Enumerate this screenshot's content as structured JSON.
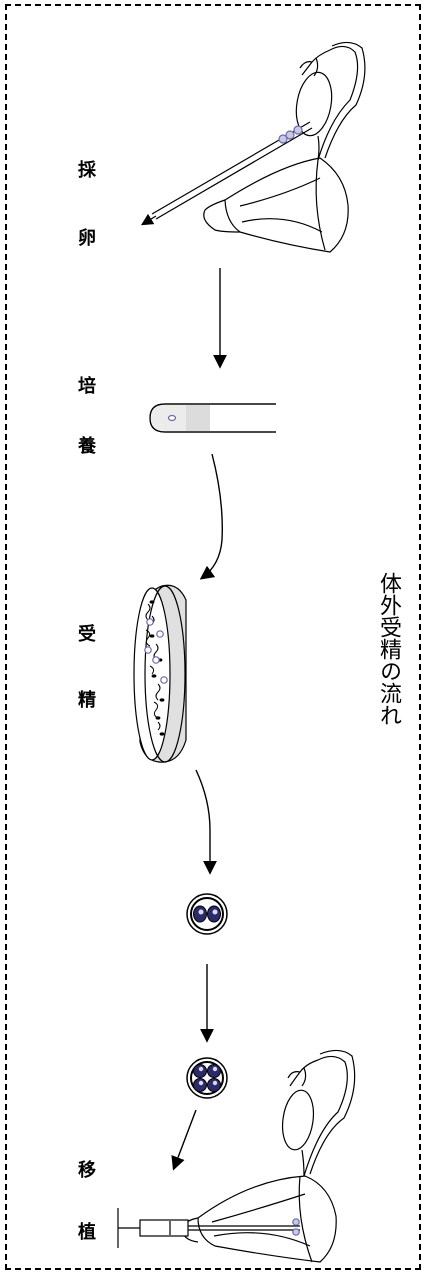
{
  "title": "体外受精の流れ",
  "steps": {
    "retrieval": {
      "c1": "採",
      "c2": "卵"
    },
    "culture": {
      "c1": "培",
      "c2": "養"
    },
    "fertilization": {
      "c1": "受",
      "c2": "精"
    },
    "transfer": {
      "c1": "移",
      "c2": "植"
    }
  },
  "colors": {
    "ink": "#000000",
    "egg": "#6a6aa8",
    "dish": "#e3e3e3",
    "embryo": "#2b2b6b"
  }
}
